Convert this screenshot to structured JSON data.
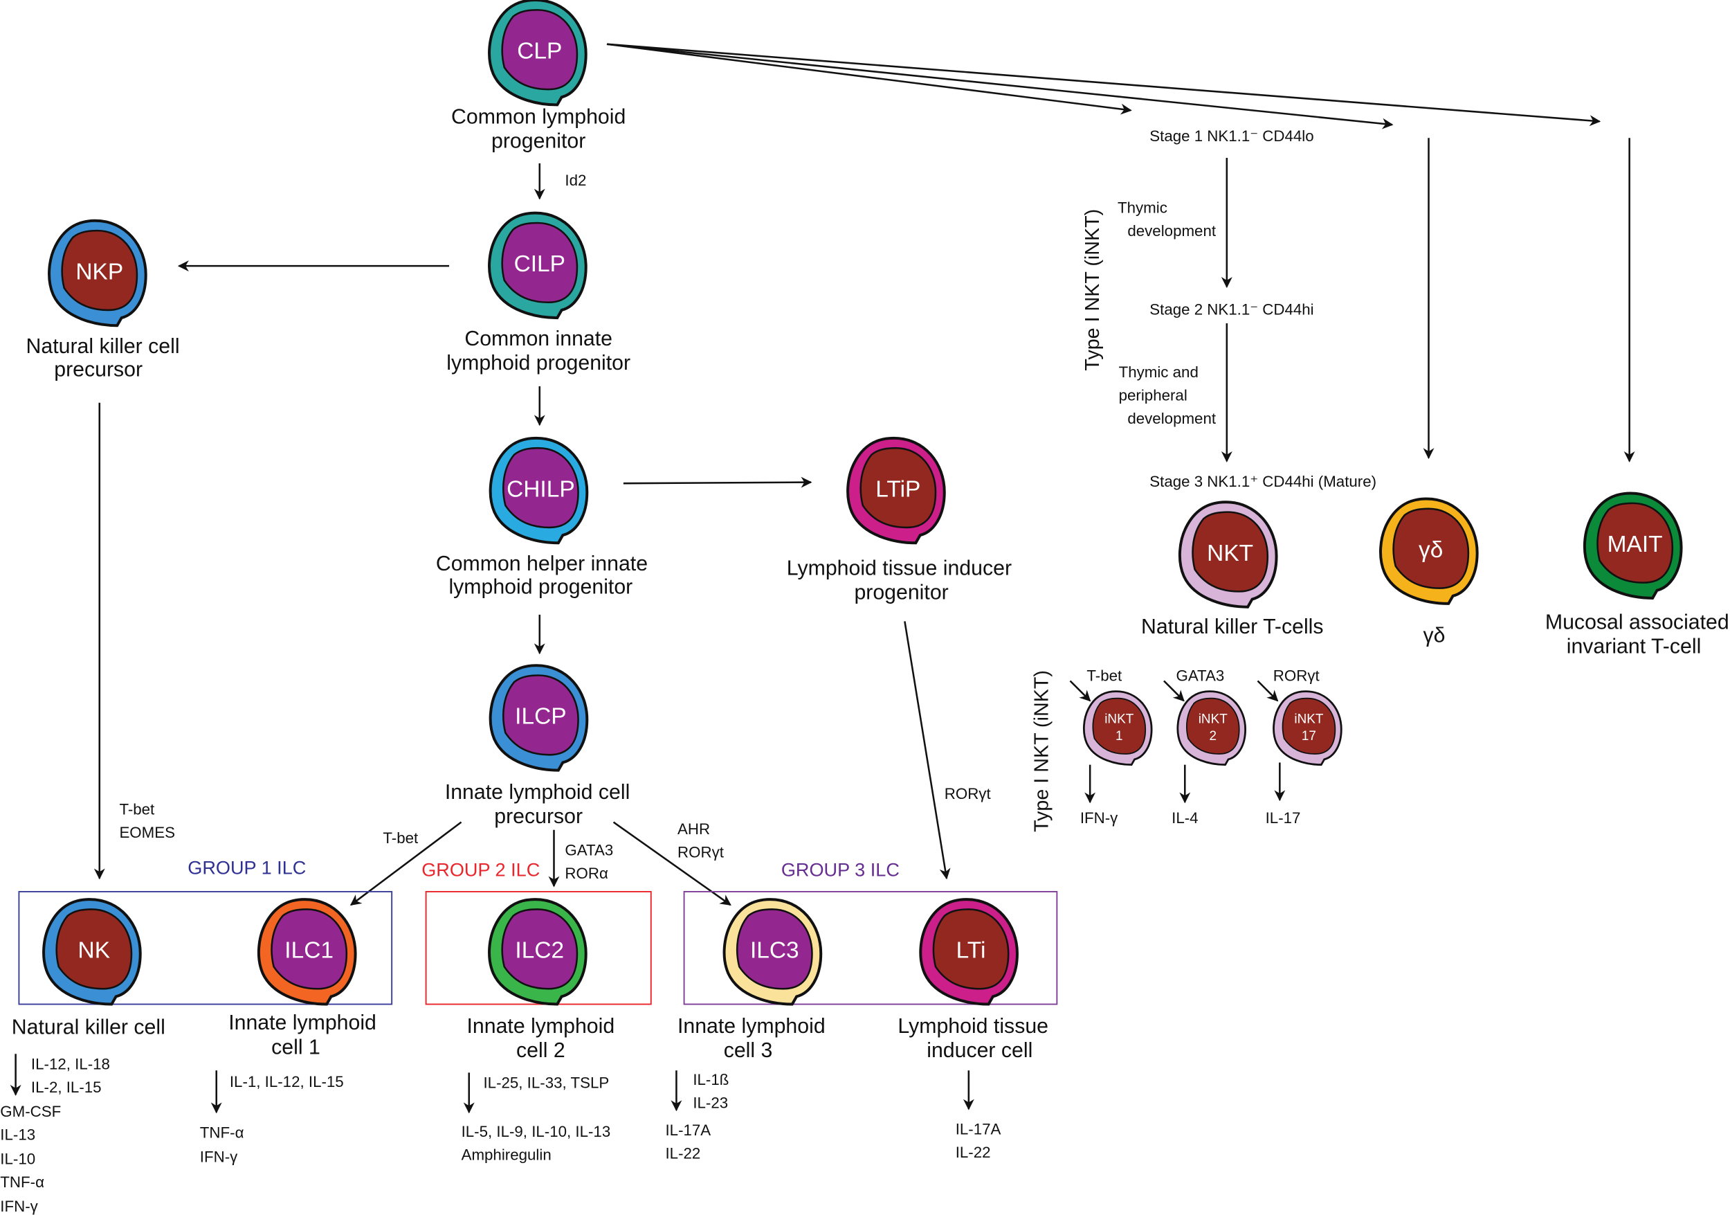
{
  "colors": {
    "purple": "#93278f",
    "red": "#922820",
    "teal": "#2aa7a0",
    "blue": "#3b8fd4",
    "lightblue": "#29abe2",
    "magenta": "#cc1f8a",
    "orange": "#f26522",
    "green": "#39b54a",
    "yellow": "#fbe29a",
    "lilac": "#d7b4d8",
    "gold": "#f5b21a",
    "darkgreen": "#0b8a3a",
    "group1": "#2e3192",
    "group2": "#e8262b",
    "group3": "#662d91"
  },
  "cells": [
    {
      "id": "clp",
      "label": "CLP",
      "outer": "#2aa7a0",
      "inner": "#93278f"
    },
    {
      "id": "cilp",
      "label": "CILP",
      "outer": "#2aa7a0",
      "inner": "#93278f"
    },
    {
      "id": "nkp",
      "label": "NKP",
      "outer": "#3b8fd4",
      "inner": "#922820"
    },
    {
      "id": "chilp",
      "label": "CHILP",
      "outer": "#29abe2",
      "inner": "#93278f"
    },
    {
      "id": "ltip",
      "label": "LTiP",
      "outer": "#cc1f8a",
      "inner": "#922820"
    },
    {
      "id": "ilcp",
      "label": "ILCP",
      "outer": "#3b8fd4",
      "inner": "#93278f"
    },
    {
      "id": "nk",
      "label": "NK",
      "outer": "#3b8fd4",
      "inner": "#922820"
    },
    {
      "id": "ilc1",
      "label": "ILC1",
      "outer": "#f26522",
      "inner": "#93278f"
    },
    {
      "id": "ilc2",
      "label": "ILC2",
      "outer": "#39b54a",
      "inner": "#93278f"
    },
    {
      "id": "ilc3",
      "label": "ILC3",
      "outer": "#fbe29a",
      "inner": "#93278f"
    },
    {
      "id": "lti",
      "label": "LTi",
      "outer": "#cc1f8a",
      "inner": "#922820"
    },
    {
      "id": "nkt",
      "label": "NKT",
      "outer": "#d7b4d8",
      "inner": "#922820"
    },
    {
      "id": "gd",
      "label": "γδ",
      "outer": "#f5b21a",
      "inner": "#922820"
    },
    {
      "id": "mait",
      "label": "MAIT",
      "outer": "#0b8a3a",
      "inner": "#922820"
    },
    {
      "id": "inkt1",
      "label": "iNKT 1",
      "outer": "#d7b4d8",
      "inner": "#922820"
    },
    {
      "id": "inkt2",
      "label": "iNKT 2",
      "outer": "#d7b4d8",
      "inner": "#922820"
    },
    {
      "id": "inkt17",
      "label": "iNKT 17",
      "outer": "#d7b4d8",
      "inner": "#922820"
    }
  ],
  "names": {
    "clp": [
      "Common lymphoid",
      "progenitor"
    ],
    "cilp": [
      "Common innate",
      "lymphoid progenitor"
    ],
    "nkp": [
      "Natural killer cell",
      "precursor"
    ],
    "chilp": [
      "Common helper innate",
      "lymphoid progenitor"
    ],
    "ltip": [
      "Lymphoid tissue inducer",
      "progenitor"
    ],
    "ilcp": [
      "Innate lymphoid cell",
      "precursor"
    ],
    "nk": [
      "Natural killer cell"
    ],
    "ilc1": [
      "Innate lymphoid",
      "cell 1"
    ],
    "ilc2": [
      "Innate lymphoid",
      "cell 2"
    ],
    "ilc3": [
      "Innate lymphoid",
      "cell 3"
    ],
    "lti": [
      "Lymphoid tissue",
      "inducer cell"
    ],
    "nkt": [
      "Natural killer T-cells"
    ],
    "gd": [
      "γδ"
    ],
    "mait": [
      "Mucosal associated",
      "invariant T-cell"
    ]
  },
  "factors": {
    "id2": "Id2",
    "nk": [
      "T-bet",
      "EOMES"
    ],
    "ilc1": "T-bet",
    "ilc2": [
      "GATA3",
      "RORα"
    ],
    "ilc3": [
      "AHR",
      "RORγt"
    ],
    "lti": "RORγt",
    "inkt1": "T-bet",
    "inkt2": "GATA3",
    "inkt17": "RORγt"
  },
  "groups": {
    "g1": "GROUP 1 ILC",
    "g2": "GROUP 2 ILC",
    "g3": "GROUP 3 ILC"
  },
  "nkt_dev": {
    "stage1": "Stage 1 NK1.1⁻  CD44lo",
    "thymic": [
      "Thymic",
      "development"
    ],
    "stage2": "Stage 2 NK1.1⁻  CD44hi",
    "thymic_peripheral": [
      "Thymic and",
      "peripheral",
      "development"
    ],
    "stage3": "Stage 3 NK1.1⁺ CD44hi  (Mature)",
    "side_label": "Type I NKT (iNKT)"
  },
  "cytokines": {
    "nk_in": [
      "IL-12, IL-18",
      "IL-2, IL-15"
    ],
    "nk_out": [
      "GM-CSF",
      "IL-13",
      "IL-10",
      "TNF-α",
      "IFN-γ"
    ],
    "ilc1_in": "IL-1, IL-12, IL-15",
    "ilc1_out": [
      "TNF-α",
      "IFN-γ"
    ],
    "ilc2_in": "IL-25, IL-33, TSLP",
    "ilc2_out": [
      "IL-5, IL-9,  IL-10,  IL-13",
      "Amphiregulin"
    ],
    "ilc3_in": [
      "IL-1ß",
      "IL-23"
    ],
    "ilc3_out": [
      "IL-17A",
      "IL-22"
    ],
    "lti_out": [
      "IL-17A",
      "IL-22"
    ],
    "inkt1_out": "IFN-γ",
    "inkt2_out": "IL-4",
    "inkt17_out": "IL-17"
  }
}
